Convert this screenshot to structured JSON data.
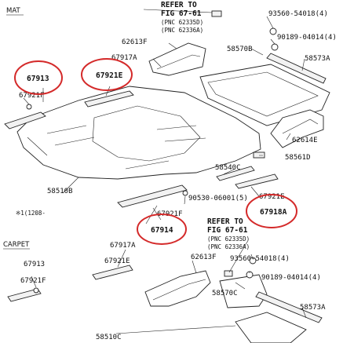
{
  "sections": {
    "mat": "MAT",
    "carpet": "CARPET"
  },
  "labels": {
    "refer1_l1": "REFER TO",
    "refer1_l2": "FIG 67-61",
    "refer1_l3": "(PNC 62335D)",
    "refer1_l4": "(PNC 62336A)",
    "p93560_top": "93560-54018(4)",
    "p90189_top": "90189-04014(4)",
    "p62613f_top": "62613F",
    "p67917a_top": "67917A",
    "p58570b": "58570B",
    "p58573a_top": "58573A",
    "p67913_top": "67913",
    "p67921f_top": "67921F",
    "p67921e_top": "67921E",
    "p62614e": "62614E",
    "p58561d": "58561D",
    "p58540c": "58540C",
    "p58510b": "58510B",
    "p90530": "90530-06001(5)",
    "p67921e_mid": "67921E",
    "p67918a": "67918A",
    "p67921f_mid": "67921F",
    "p67914": "67914",
    "note": "※1(1208-",
    "refer2_l1": "REFER TO",
    "refer2_l2": "FIG 67-61",
    "refer2_l3": "(PNC 62335D)",
    "refer2_l4": "(PNC 62336A)",
    "p67917a_bot": "67917A",
    "p67913_bot": "67913",
    "p67921e_bot": "67921E",
    "p62613f_bot": "62613F",
    "p93560_bot": "93560-54018(4)",
    "p67921f_bot": "67921F",
    "p90189_bot": "90189-04014(4)",
    "p58570c": "58570C",
    "p58573a_bot": "58573A",
    "p58510c": "58510C"
  },
  "highlight_color": "#d42a2a"
}
